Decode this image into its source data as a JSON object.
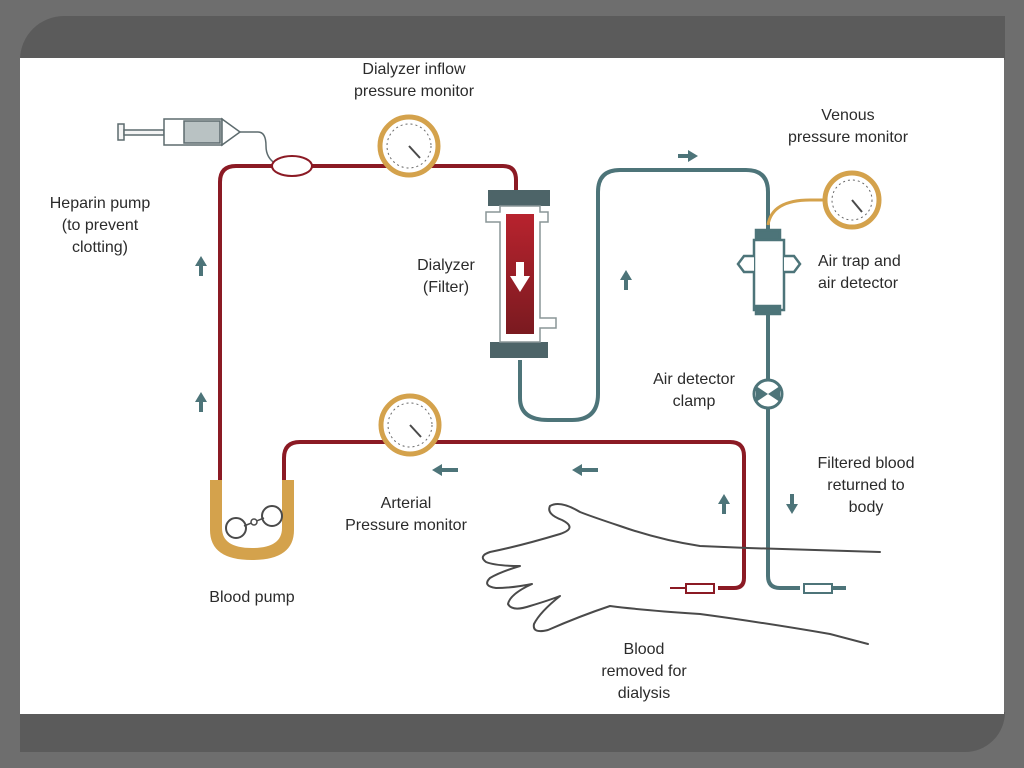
{
  "labels": {
    "dialyzer_inflow": [
      "Dialyzer inflow",
      "pressure monitor"
    ],
    "venous": [
      "Venous",
      "pressure monitor"
    ],
    "heparin": [
      "Heparin pump",
      "(to prevent",
      "clotting)"
    ],
    "dialyzer": [
      "Dialyzer",
      "(Filter)"
    ],
    "air_trap": [
      "Air trap and",
      "air detector"
    ],
    "air_clamp": [
      "Air detector",
      "clamp"
    ],
    "filtered": [
      "Filtered blood",
      "returned to",
      "body"
    ],
    "arterial": [
      "Arterial",
      "Pressure monitor"
    ],
    "blood_pump": [
      "Blood pump"
    ],
    "blood_removed": [
      "Blood",
      "removed for",
      "dialysis"
    ]
  },
  "colors": {
    "arterial_line": "#8b1a24",
    "venous_line": "#4d7479",
    "gauge_ring": "#d4a24c",
    "pump_housing": "#d4a24c",
    "arrow": "#4d7479",
    "dialyzer_caps": "#4d6468",
    "dialyzer_core": "#a8202b"
  }
}
